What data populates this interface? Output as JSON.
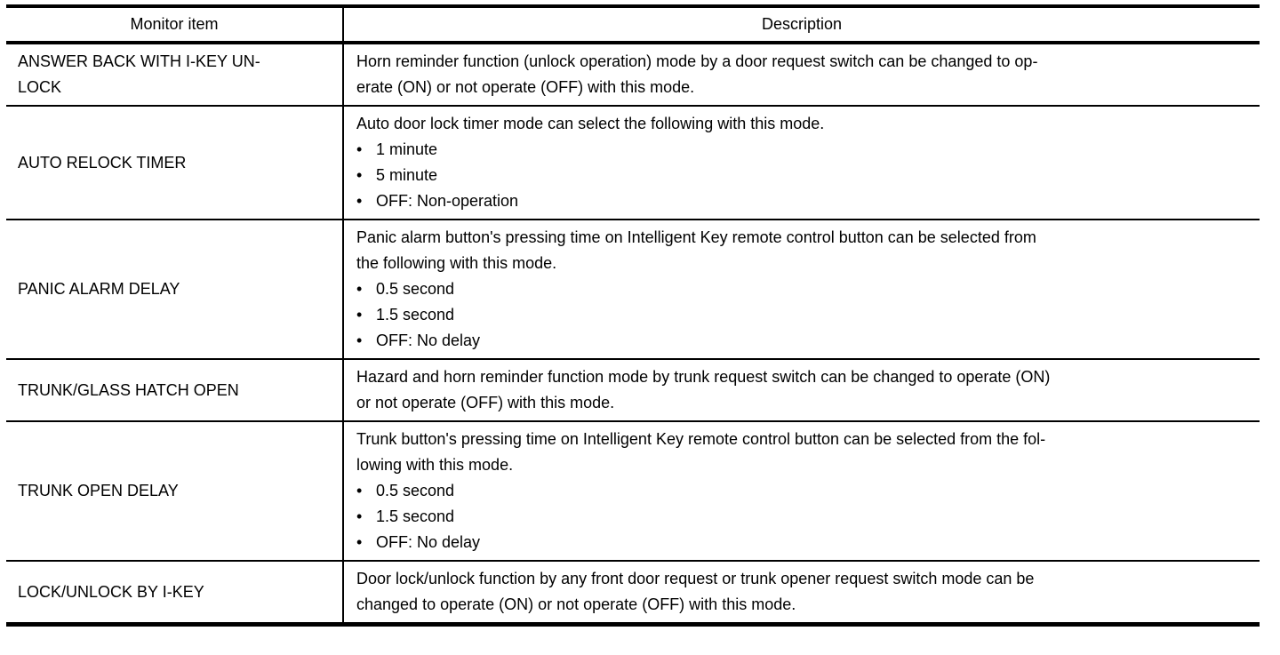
{
  "page": {
    "background_color": "#ffffff",
    "text_color": "#000000",
    "border_color": "#000000"
  },
  "table": {
    "columns": [
      {
        "label": "Monitor item"
      },
      {
        "label": "Description"
      }
    ],
    "rows": [
      {
        "item": "ANSWER BACK WITH I-KEY UN-\nLOCK",
        "description": "Horn reminder function (unlock operation) mode by a door request switch can be changed to op-\nerate (ON) or not operate (OFF) with this mode.",
        "bullets": []
      },
      {
        "item": "AUTO RELOCK TIMER",
        "description": "Auto door lock timer mode can select the following with this mode.",
        "bullets": [
          "1 minute",
          "5 minute",
          "OFF: Non-operation"
        ]
      },
      {
        "item": "PANIC ALARM DELAY",
        "description": "Panic alarm button's pressing time on Intelligent Key remote control button can be selected from\nthe following with this mode.",
        "bullets": [
          "0.5 second",
          "1.5 second",
          "OFF: No delay"
        ]
      },
      {
        "item": "TRUNK/GLASS HATCH OPEN",
        "description": "Hazard and horn reminder function mode by trunk request switch can be changed to operate (ON)\nor not operate (OFF) with this mode.",
        "bullets": []
      },
      {
        "item": "TRUNK OPEN DELAY",
        "description": "Trunk button's pressing time on Intelligent Key remote control button can be selected from the fol-\nlowing with this mode.",
        "bullets": [
          "0.5 second",
          "1.5 second",
          "OFF: No delay"
        ]
      },
      {
        "item": "LOCK/UNLOCK BY I-KEY",
        "description": "Door lock/unlock function by any front door request or trunk opener request switch mode can be\nchanged to operate (ON) or not operate (OFF) with this mode.",
        "bullets": []
      }
    ],
    "bullet_glyph": "•"
  }
}
